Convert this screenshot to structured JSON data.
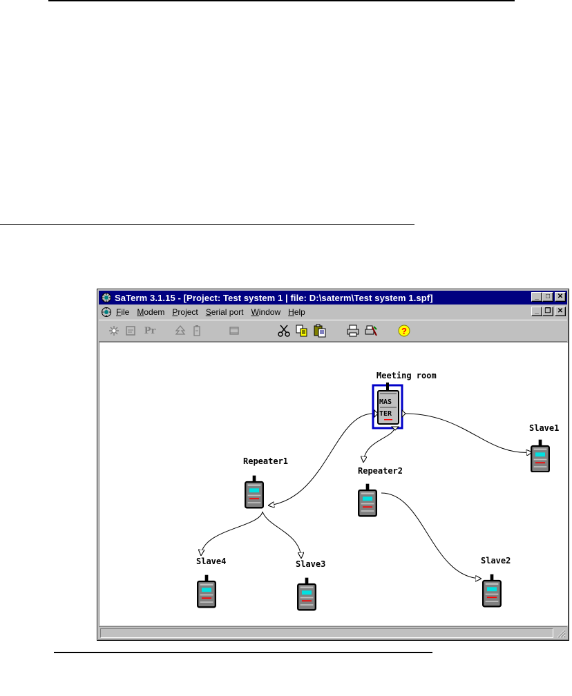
{
  "window": {
    "title": "SaTerm 3.1.15 - [Project: Test system 1 | file: D:\\saterm\\Test system 1.spf]",
    "title_color": "#000080"
  },
  "menu": {
    "items": [
      "File",
      "Modem",
      "Project",
      "Serial port",
      "Window",
      "Help"
    ]
  },
  "toolbar": {
    "buttons": [
      {
        "icon": "connect-icon",
        "enabled": false
      },
      {
        "icon": "disconnect-icon",
        "enabled": false
      },
      {
        "icon": "program-icon",
        "label": "Pr",
        "enabled": false
      },
      {
        "icon": "tree-icon",
        "enabled": false
      },
      {
        "icon": "battery-icon",
        "enabled": false
      },
      {
        "icon": "film-icon",
        "enabled": false
      },
      {
        "icon": "cut-icon",
        "enabled": true
      },
      {
        "icon": "copy-icon",
        "enabled": true
      },
      {
        "icon": "paste-icon",
        "enabled": true
      },
      {
        "icon": "print-icon",
        "enabled": true
      },
      {
        "icon": "print-setup-icon",
        "enabled": true
      },
      {
        "icon": "help-icon",
        "enabled": true
      }
    ]
  },
  "diagram": {
    "nodes": [
      {
        "id": "master",
        "label": "Meeting room",
        "device_text": [
          "MAS",
          "TER"
        ],
        "selected": true
      },
      {
        "id": "slave1",
        "label": "Slave1"
      },
      {
        "id": "repeater1",
        "label": "Repeater1"
      },
      {
        "id": "repeater2",
        "label": "Repeater2"
      },
      {
        "id": "slave4",
        "label": "Slave4"
      },
      {
        "id": "slave3",
        "label": "Slave3"
      },
      {
        "id": "slave2",
        "label": "Slave2"
      }
    ],
    "links": [
      [
        "master",
        "slave1"
      ],
      [
        "master",
        "repeater1"
      ],
      [
        "master",
        "repeater2"
      ],
      [
        "repeater1",
        "slave4"
      ],
      [
        "repeater1",
        "slave3"
      ],
      [
        "repeater2",
        "slave2"
      ]
    ],
    "colors": {
      "selection": "#0000c8",
      "display": "#00e0e0",
      "led": "#ff0000",
      "device": "#808080"
    }
  }
}
